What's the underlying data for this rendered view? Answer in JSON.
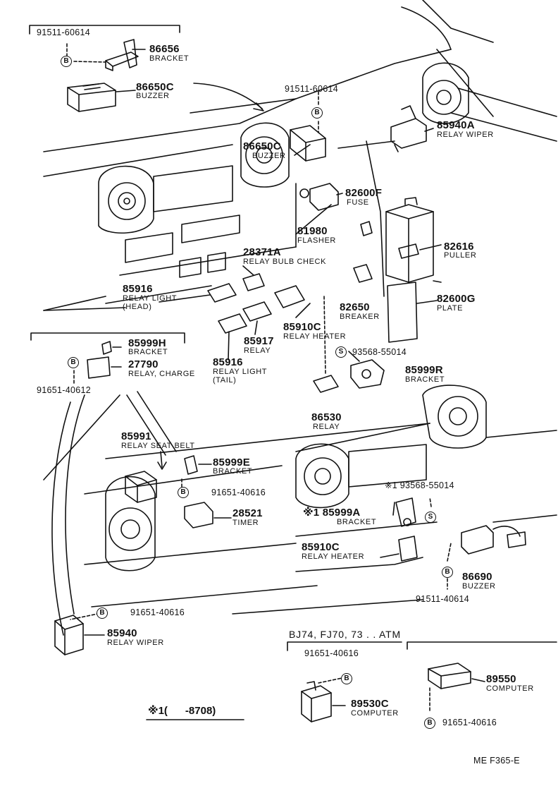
{
  "diagram": {
    "callouts": [
      {
        "part": "91511-60614"
      },
      {
        "part": "86656",
        "name": "BRACKET"
      },
      {
        "part": "86650C",
        "name": "BUZZER"
      },
      {
        "part": "91511-60614"
      },
      {
        "part": "85940A",
        "name": "RELAY WIPER"
      },
      {
        "part": "86650C",
        "name": "BUZZER"
      },
      {
        "part": "82600F",
        "name": "FUSE"
      },
      {
        "part": "81980",
        "name": "FLASHER"
      },
      {
        "part": "82616",
        "name": "PULLER"
      },
      {
        "part": "28371A",
        "name": "RELAY BULB CHECK"
      },
      {
        "part": "85916",
        "name": "RELAY  LIGHT",
        "sub": "(HEAD)"
      },
      {
        "part": "82650",
        "name": "BREAKER"
      },
      {
        "part": "82600G",
        "name": "PLATE"
      },
      {
        "part": "85910C",
        "name": "RELAY  HEATER"
      },
      {
        "part": "85917",
        "name": "RELAY"
      },
      {
        "part": "85916",
        "name": "RELAY  LIGHT",
        "sub": "(TAIL)"
      },
      {
        "part": "85999H",
        "name": "BRACKET"
      },
      {
        "part": "27790",
        "name": "RELAY, CHARGE"
      },
      {
        "part": "91651-40612"
      },
      {
        "part": "93568-55014"
      },
      {
        "part": "85999R",
        "name": "BRACKET"
      },
      {
        "part": "86530",
        "name": "RELAY"
      },
      {
        "part": "85991",
        "name": "RELAY  SEAT  BELT"
      },
      {
        "part": "85999E",
        "name": "BRACKET"
      },
      {
        "part": "91651-40616"
      },
      {
        "part": "※1 93568-55014"
      },
      {
        "part": "28521",
        "name": "TIMER"
      },
      {
        "part": "※1 85999A",
        "name": "BRACKET"
      },
      {
        "part": "85910C",
        "name": "RELAY  HEATER"
      },
      {
        "part": "86690",
        "name": "BUZZER"
      },
      {
        "part": "91511-40614"
      },
      {
        "part": "91651-40616"
      },
      {
        "part": "85940",
        "name": "RELAY  WIPER"
      },
      {
        "part": "91651-40616"
      },
      {
        "part": "89530C",
        "name": "COMPUTER"
      },
      {
        "part": "89550",
        "name": "COMPUTER"
      },
      {
        "part": "91651-40616"
      }
    ],
    "markers": {
      "bolt": "B",
      "screw": "S"
    },
    "atm_heading": "BJ74, FJ70, 73 . . ATM",
    "note": "※1(      -8708)",
    "ref_code": "ME  F365-E"
  }
}
